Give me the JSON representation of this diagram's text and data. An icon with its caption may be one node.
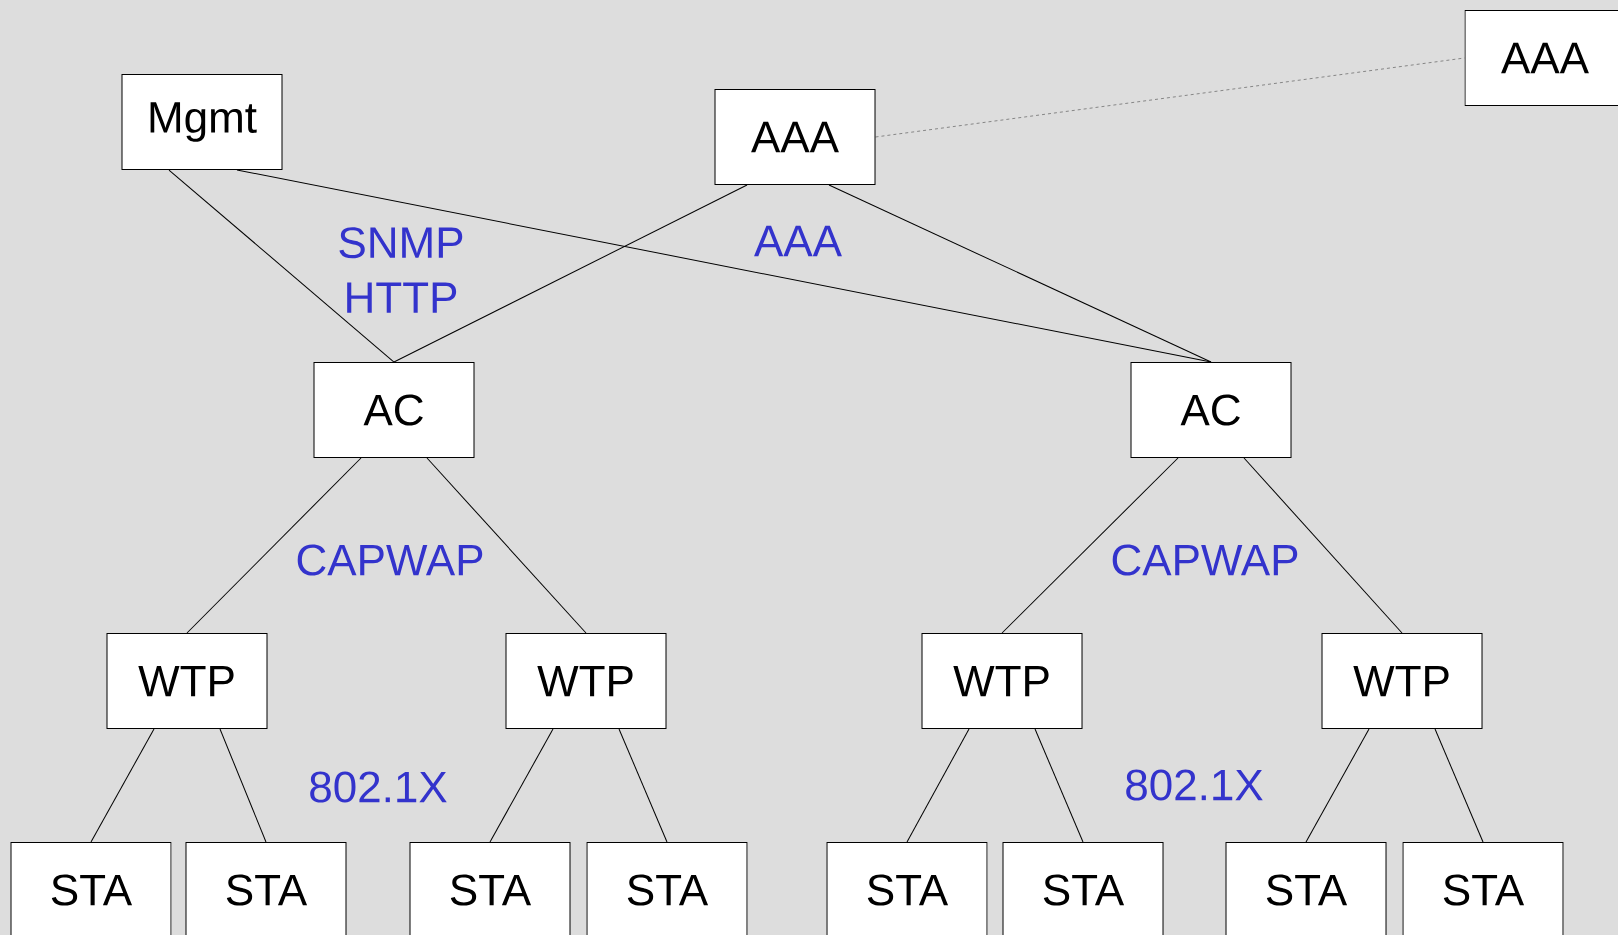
{
  "diagram": {
    "nodes": [
      {
        "text": [
          "Mgmt"
        ]
      },
      {
        "text": [
          "AAA"
        ]
      },
      {
        "text": [
          "AAA"
        ]
      },
      {
        "text": [
          "AC"
        ]
      },
      {
        "text": [
          "AC"
        ]
      },
      {
        "text": [
          "WTP"
        ]
      },
      {
        "text": [
          "WTP"
        ]
      },
      {
        "text": [
          "WTP"
        ]
      },
      {
        "text": [
          "WTP"
        ]
      },
      {
        "text": [
          "STA"
        ]
      },
      {
        "text": [
          "STA"
        ]
      },
      {
        "text": [
          "STA"
        ]
      },
      {
        "text": [
          "STA"
        ]
      },
      {
        "text": [
          "STA"
        ]
      },
      {
        "text": [
          "STA"
        ]
      },
      {
        "text": [
          "STA"
        ]
      },
      {
        "text": [
          "STA"
        ]
      }
    ],
    "edges": [
      {
        "from": 0,
        "to": 3,
        "arrow": "none"
      },
      {
        "from": 0,
        "to": 4,
        "arrow": "none"
      },
      {
        "from": 1,
        "to": 3,
        "arrow": "none"
      },
      {
        "from": 1,
        "to": 4,
        "arrow": "none"
      },
      {
        "from": 1,
        "to": 2,
        "arrow": "none",
        "style": "dashed"
      },
      {
        "from": 3,
        "to": 5,
        "arrow": "none"
      },
      {
        "from": 3,
        "to": 6,
        "arrow": "none"
      },
      {
        "from": 4,
        "to": 7,
        "arrow": "none"
      },
      {
        "from": 4,
        "to": 8,
        "arrow": "none"
      },
      {
        "from": 5,
        "to": 9,
        "arrow": "none"
      },
      {
        "from": 5,
        "to": 10,
        "arrow": "none"
      },
      {
        "from": 6,
        "to": 11,
        "arrow": "none"
      },
      {
        "from": 6,
        "to": 12,
        "arrow": "none"
      },
      {
        "from": 7,
        "to": 13,
        "arrow": "none"
      },
      {
        "from": 7,
        "to": 14,
        "arrow": "none"
      },
      {
        "from": 8,
        "to": 15,
        "arrow": "none"
      },
      {
        "from": 8,
        "to": 16,
        "arrow": "none"
      }
    ],
    "labels": [
      "SNMP HTTP",
      "AAA",
      "CAPWAP",
      "CAPWAP",
      "802.1X",
      "802.1X"
    ]
  }
}
